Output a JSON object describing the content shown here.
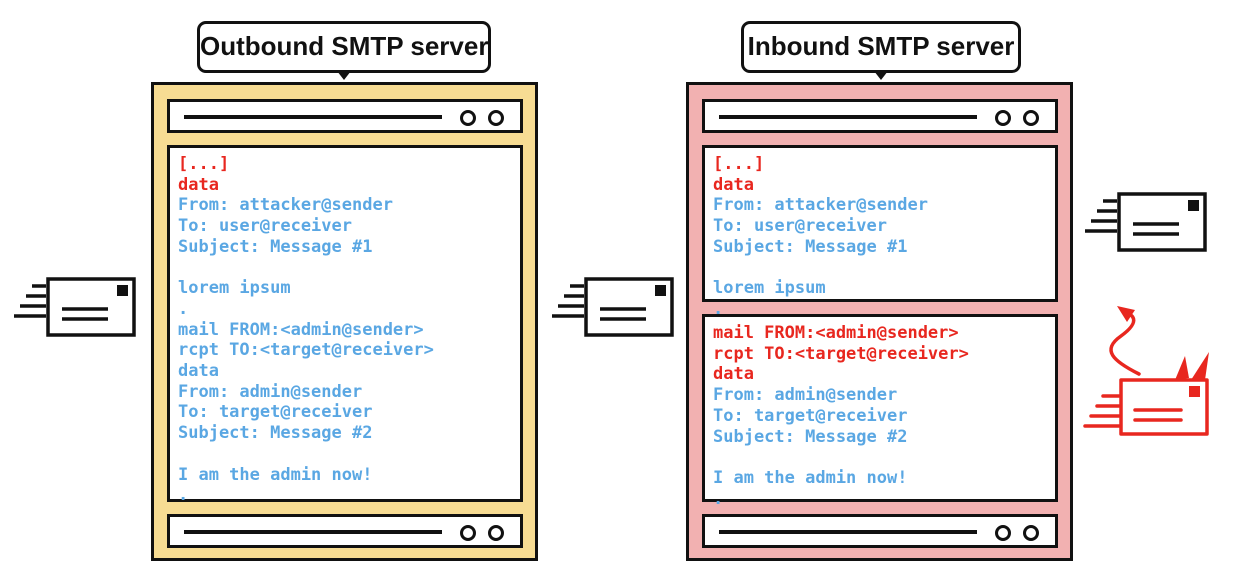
{
  "outbound": {
    "title": "Outbound SMTP server",
    "lines": [
      {
        "text": "[...]",
        "color": "red"
      },
      {
        "text": "data",
        "color": "red"
      },
      {
        "text": "From: attacker@sender",
        "color": "blue"
      },
      {
        "text": "To: user@receiver",
        "color": "blue"
      },
      {
        "text": "Subject: Message #1",
        "color": "blue"
      },
      {
        "text": "",
        "color": "blue"
      },
      {
        "text": "lorem ipsum",
        "color": "blue"
      },
      {
        "text": ".",
        "color": "blue"
      },
      {
        "text": "mail FROM:<admin@sender>",
        "color": "blue"
      },
      {
        "text": "rcpt TO:<target@receiver>",
        "color": "blue"
      },
      {
        "text": "data",
        "color": "blue"
      },
      {
        "text": "From: admin@sender",
        "color": "blue"
      },
      {
        "text": "To: target@receiver",
        "color": "blue"
      },
      {
        "text": "Subject: Message #2",
        "color": "blue"
      },
      {
        "text": "",
        "color": "blue"
      },
      {
        "text": "I am the admin now!",
        "color": "blue"
      },
      {
        "text": ".",
        "color": "blue"
      }
    ]
  },
  "inbound": {
    "title": "Inbound SMTP server",
    "message1_lines": [
      {
        "text": "[...]",
        "color": "red"
      },
      {
        "text": "data",
        "color": "red"
      },
      {
        "text": "From: attacker@sender",
        "color": "blue"
      },
      {
        "text": "To: user@receiver",
        "color": "blue"
      },
      {
        "text": "Subject: Message #1",
        "color": "blue"
      },
      {
        "text": "",
        "color": "blue"
      },
      {
        "text": "lorem ipsum",
        "color": "blue"
      },
      {
        "text": ".",
        "color": "blue"
      }
    ],
    "message2_lines": [
      {
        "text": "mail FROM:<admin@sender>",
        "color": "red"
      },
      {
        "text": "rcpt TO:<target@receiver>",
        "color": "red"
      },
      {
        "text": "data",
        "color": "red"
      },
      {
        "text": "From: admin@sender",
        "color": "blue"
      },
      {
        "text": "To: target@receiver",
        "color": "blue"
      },
      {
        "text": "Subject: Message #2",
        "color": "blue"
      },
      {
        "text": "",
        "color": "blue"
      },
      {
        "text": "I am the admin now!",
        "color": "blue"
      },
      {
        "text": ".",
        "color": "blue"
      }
    ]
  },
  "icons": {
    "left_envelope": "envelope-icon",
    "middle_envelope": "envelope-icon",
    "delivered_envelope": "envelope-icon",
    "smuggled_envelope": "smuggled-envelope-icon"
  },
  "colors": {
    "outbound_bg": "#f7dc93",
    "inbound_bg": "#f2b1b1",
    "text_blue": "#5aa7e3",
    "text_red": "#e8271f",
    "outline": "#111111"
  }
}
